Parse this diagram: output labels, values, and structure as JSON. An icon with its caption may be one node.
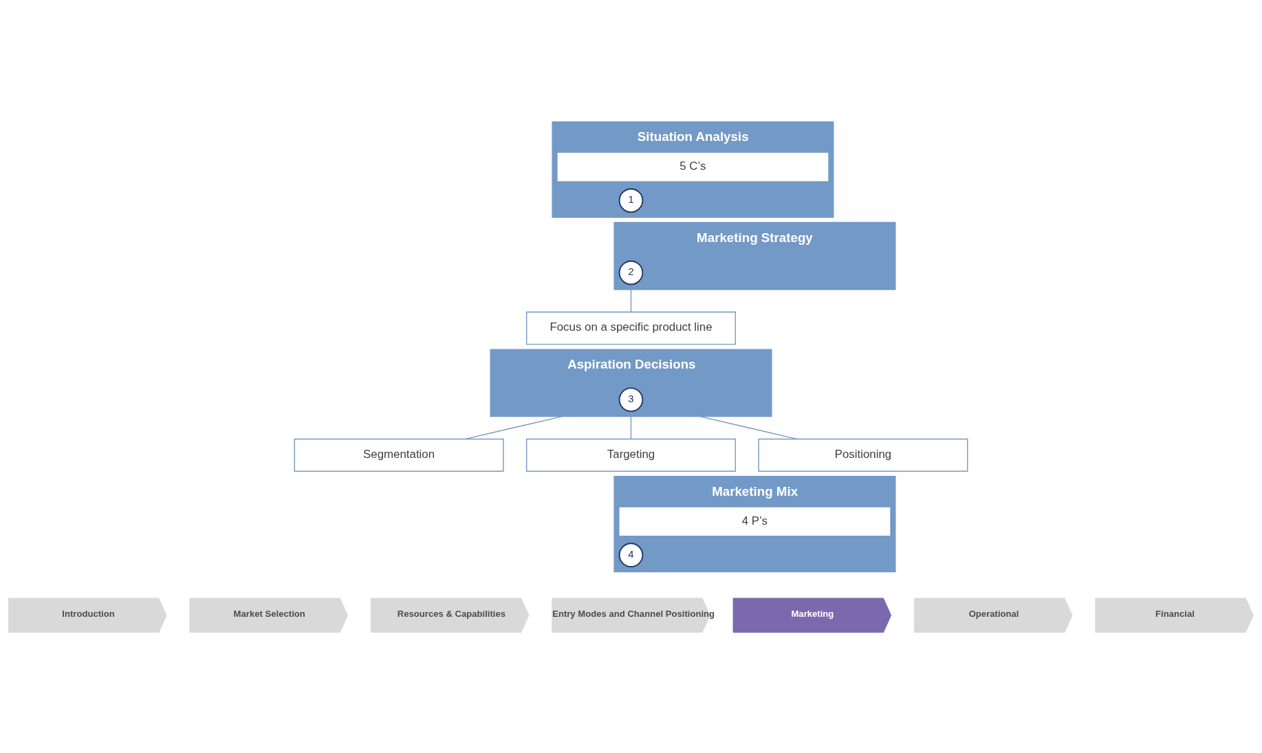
{
  "diagram": {
    "nodes": [
      {
        "text": [
          "Situation Analysis",
          "5 C’s"
        ]
      },
      {
        "text": [
          "1"
        ],
        "in": 0
      },
      {
        "text": [
          "Marketing Strategy"
        ]
      },
      {
        "text": [
          "2"
        ],
        "in": 2
      },
      {
        "text": [
          "Focus on a specific product line"
        ]
      },
      {
        "text": [
          "Aspiration Decisions"
        ]
      },
      {
        "text": [
          "3"
        ],
        "in": 5
      },
      {
        "text": [
          "Segmentation"
        ]
      },
      {
        "text": [
          "Targeting"
        ]
      },
      {
        "text": [
          "Positioning"
        ]
      },
      {
        "text": [
          "Marketing Mix",
          "4 P’s"
        ]
      },
      {
        "text": [
          "4"
        ],
        "in": 10
      },
      {
        "text": [
          "Introduction"
        ]
      },
      {
        "text": [
          "Market Selection"
        ]
      },
      {
        "text": [
          "Resources & Capabilities"
        ]
      },
      {
        "text": [
          "Entry Modes and Channel Positioning"
        ]
      },
      {
        "text": [
          "Marketing"
        ]
      },
      {
        "text": [
          "Operational"
        ]
      },
      {
        "text": [
          "Financial"
        ]
      }
    ],
    "edges": [
      {
        "from": 2,
        "to": 4,
        "arrow": "none"
      },
      {
        "from": 5,
        "to": 7,
        "arrow": "none"
      },
      {
        "from": 5,
        "to": 8,
        "arrow": "none"
      },
      {
        "from": 5,
        "to": 9,
        "arrow": "none"
      }
    ]
  }
}
